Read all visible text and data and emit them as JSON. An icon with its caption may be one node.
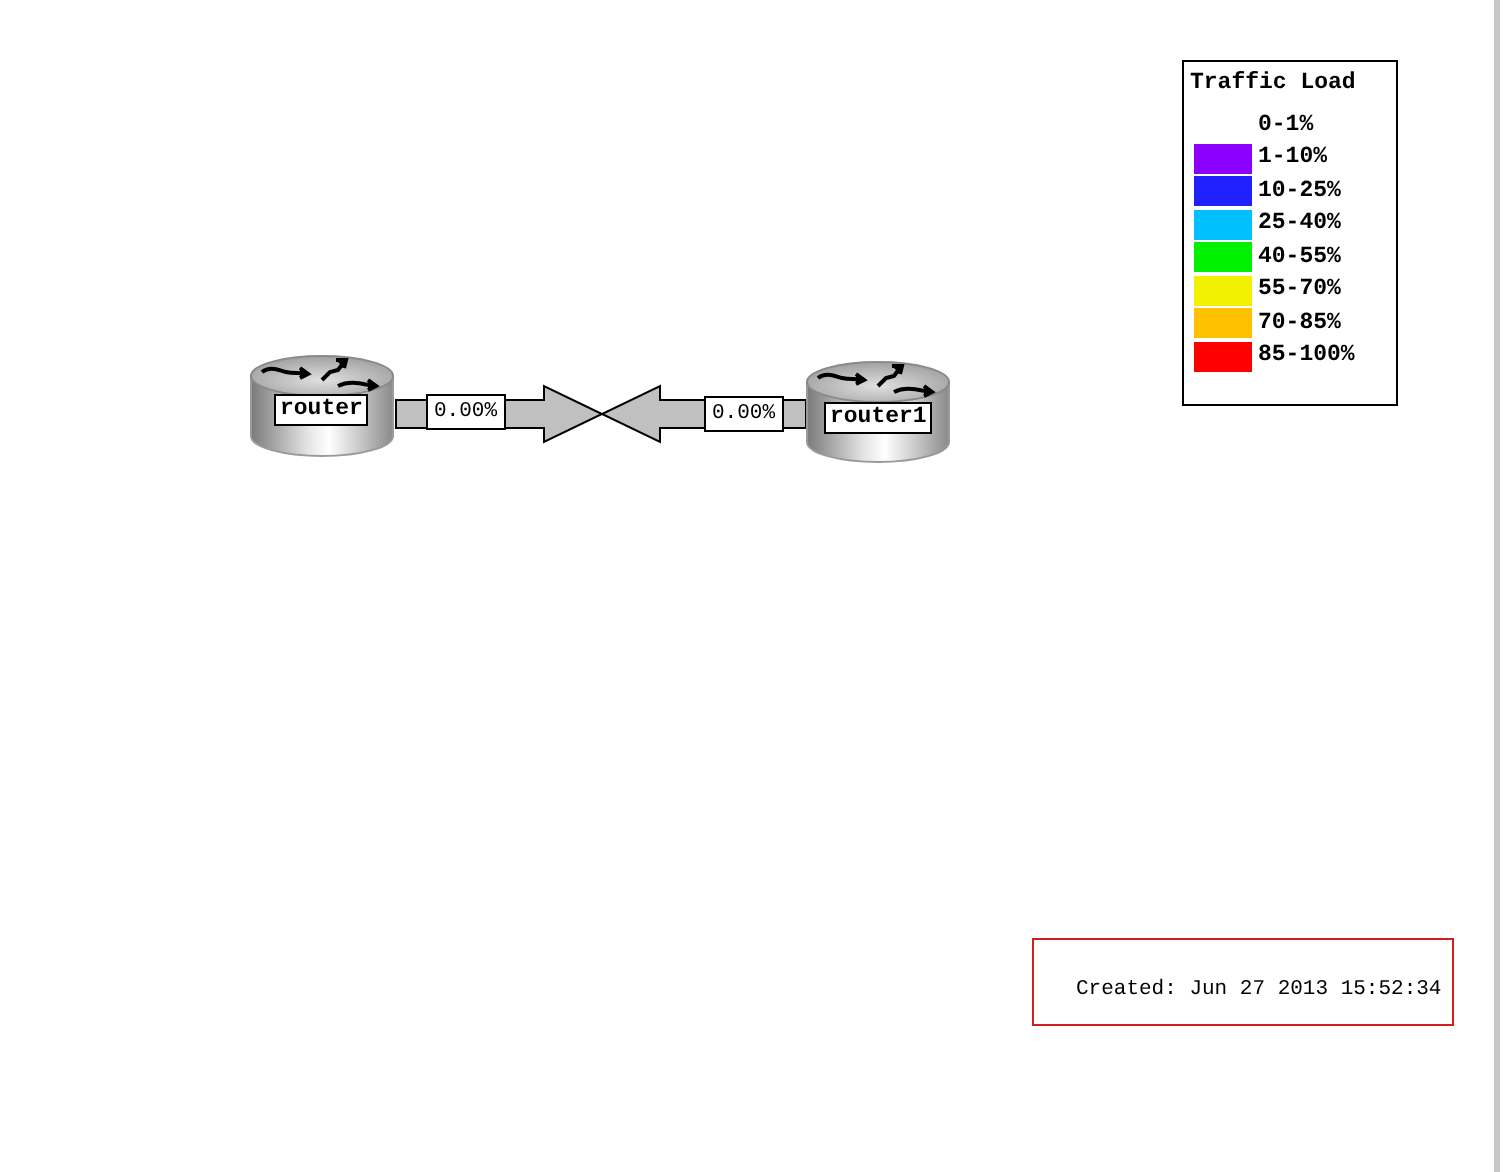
{
  "diagram": {
    "nodes": [
      {
        "text": [
          "router"
        ]
      },
      {
        "text": [
          "router1"
        ]
      },
      {
        "text": [
          "Created: Jun 27 2013 15:52:34"
        ]
      }
    ],
    "edges": [
      {
        "from": 0,
        "to": null,
        "arrow": "to",
        "label": "0.00%"
      },
      {
        "from": 1,
        "to": null,
        "arrow": "to",
        "label": "0.00%"
      }
    ],
    "labels": [
      "Traffic Load"
    ],
    "legend": [
      {
        "text": "0-1%"
      },
      {
        "text": "1-10%",
        "color": "#8c00ff"
      },
      {
        "text": "10-25%",
        "color": "#2020ff"
      },
      {
        "text": "25-40%",
        "color": "#00c0ff"
      },
      {
        "text": "40-55%",
        "color": "#00f000"
      },
      {
        "text": "55-70%",
        "color": "#f0f000"
      },
      {
        "text": "70-85%",
        "color": "#ffc000"
      },
      {
        "text": "85-100%",
        "color": "#ff0000"
      }
    ]
  }
}
